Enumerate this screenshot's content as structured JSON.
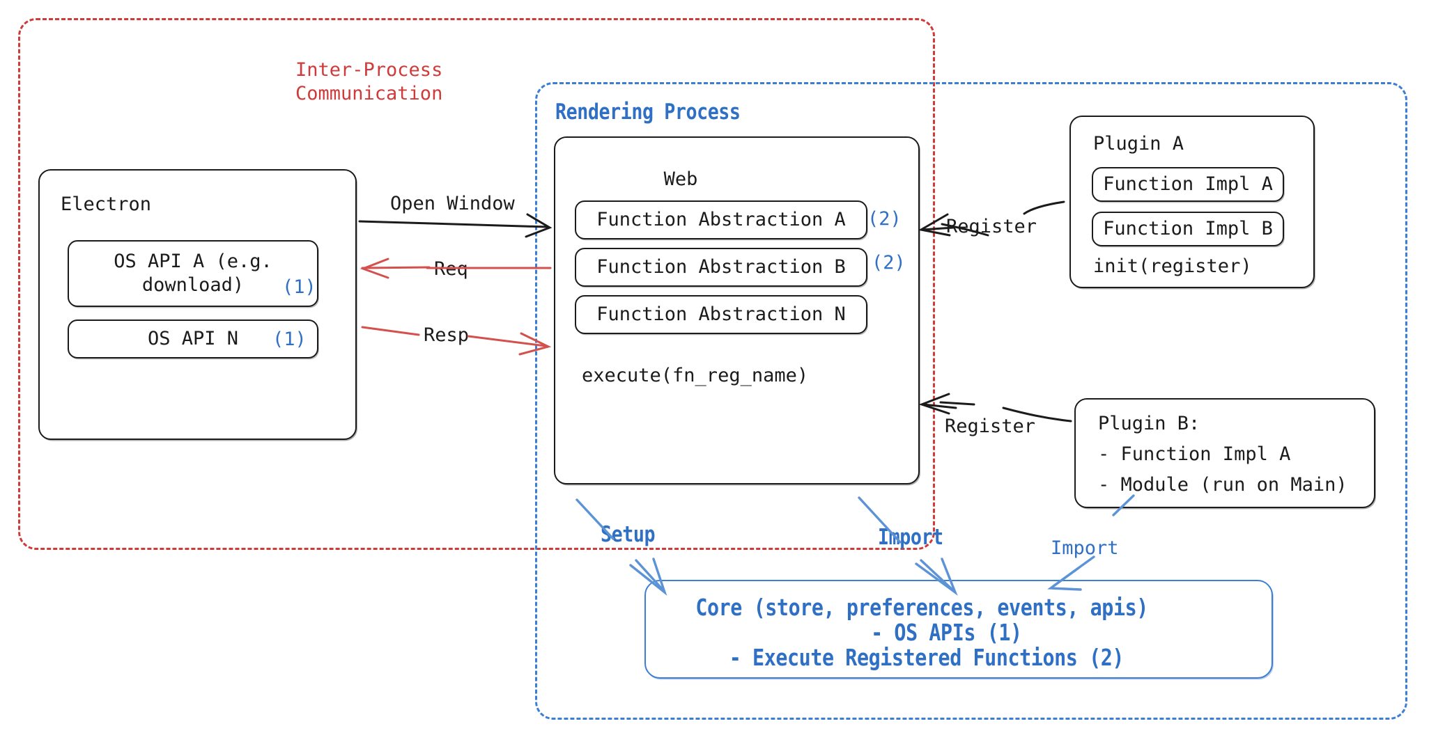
{
  "diagram": {
    "title_ipc": "Inter-Process\nCommunication",
    "title_rendering": "Rendering Process"
  },
  "groups": {
    "ipc": {
      "label_line1": "Inter-Process",
      "label_line2": "Communication",
      "color": "#cf3a3a"
    },
    "rendering": {
      "label": "Rendering Process",
      "color": "#3b7fd4"
    }
  },
  "electron": {
    "title": "Electron",
    "apis": [
      {
        "label": "OS API A (e.g.\ndownload)",
        "marker": "(1)"
      },
      {
        "label": "OS API N",
        "marker": "(1)"
      }
    ]
  },
  "web": {
    "title": "Web",
    "abstractions": [
      {
        "label": "Function Abstraction A",
        "marker": "(2)"
      },
      {
        "label": "Function Abstraction B",
        "marker": "(2)"
      },
      {
        "label": "Function Abstraction N",
        "marker": ""
      }
    ],
    "footer": "execute(fn_reg_name)"
  },
  "plugin_a": {
    "title": "Plugin A",
    "impls": [
      "Function Impl A",
      "Function Impl B"
    ],
    "footer": "init(register)"
  },
  "plugin_b": {
    "lines": [
      "Plugin B:",
      "- Function Impl A",
      "- Module (run on Main)"
    ]
  },
  "core": {
    "lines": [
      "Core (store, preferences, events, apis)",
      "- OS APIs (1)",
      "- Execute Registered Functions (2)"
    ],
    "color": "#2f6fc4"
  },
  "edges": {
    "open_window": "Open Window",
    "req": "Req",
    "resp": "Resp",
    "register_a": "Register",
    "register_b": "Register",
    "setup": "Setup",
    "import_web": "Import",
    "import_plugin": "Import"
  },
  "colors": {
    "red": "#cf3a3a",
    "blue": "#2f6fc4",
    "blue_light": "#5b93d6",
    "ink": "#1b1b1b"
  }
}
